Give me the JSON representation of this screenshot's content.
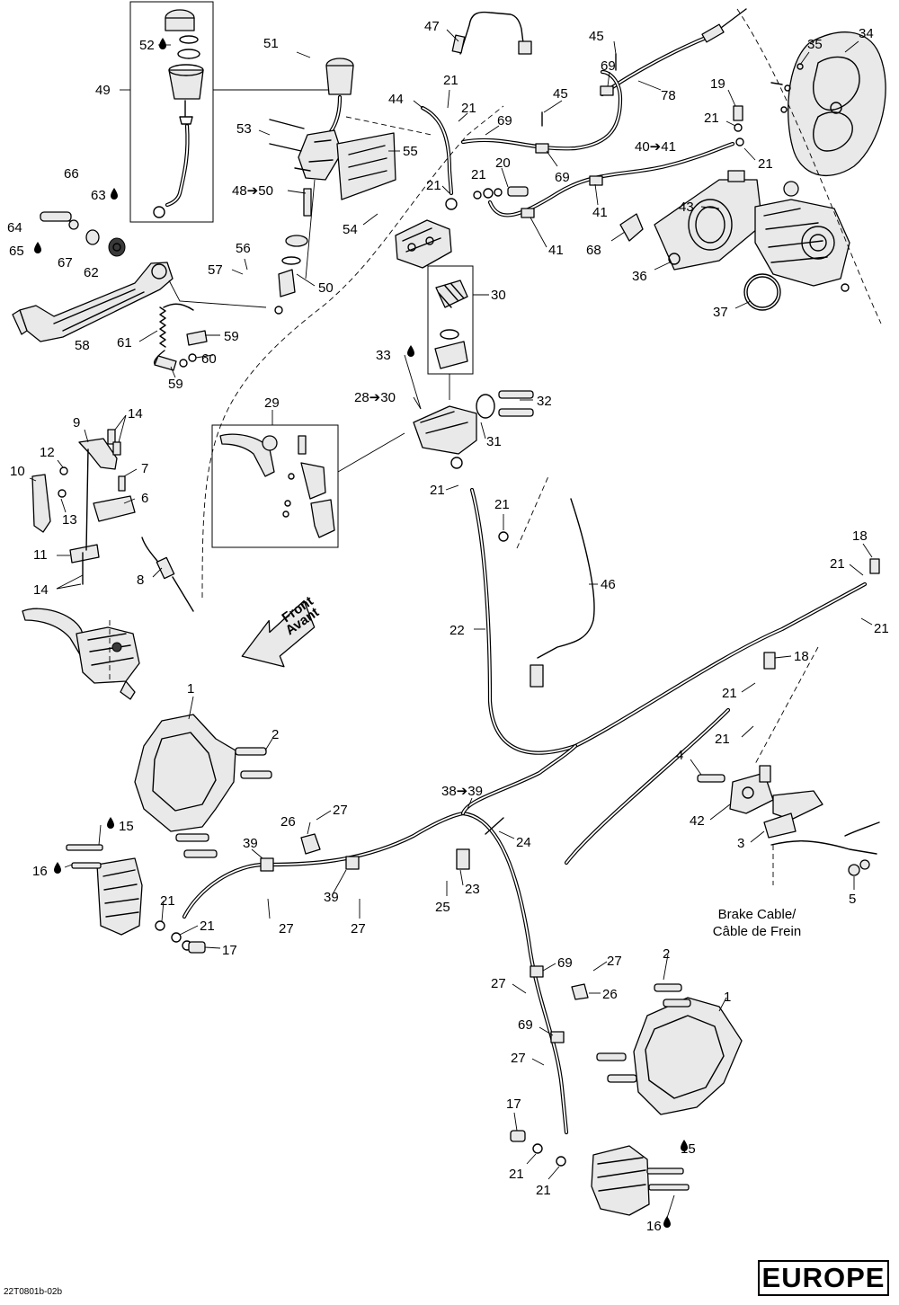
{
  "region_label": "EUROPE",
  "reference_code": "22T0801b-02b",
  "direction_label": {
    "line1": "Front",
    "line2": "Avant"
  },
  "brake_cable_label": {
    "line1": "Brake Cable/",
    "line2": "Câble de Frein"
  },
  "callouts": [
    {
      "id": "c47",
      "text": "47"
    },
    {
      "id": "c45a",
      "text": "45"
    },
    {
      "id": "c34",
      "text": "34"
    },
    {
      "id": "c35",
      "text": "35"
    },
    {
      "id": "c51",
      "text": "51"
    },
    {
      "id": "c52",
      "text": "52"
    },
    {
      "id": "c49",
      "text": "49"
    },
    {
      "id": "c21a",
      "text": "21"
    },
    {
      "id": "c69a",
      "text": "69"
    },
    {
      "id": "c78",
      "text": "78"
    },
    {
      "id": "c19",
      "text": "19"
    },
    {
      "id": "c44",
      "text": "44"
    },
    {
      "id": "c21b",
      "text": "21"
    },
    {
      "id": "c45b",
      "text": "45"
    },
    {
      "id": "c53",
      "text": "53"
    },
    {
      "id": "c55",
      "text": "55"
    },
    {
      "id": "c69b",
      "text": "69"
    },
    {
      "id": "c21c",
      "text": "21"
    },
    {
      "id": "c40_41",
      "text": "40➔41"
    },
    {
      "id": "c66",
      "text": "66"
    },
    {
      "id": "c21d",
      "text": "21"
    },
    {
      "id": "c20",
      "text": "20"
    },
    {
      "id": "c69c",
      "text": "69"
    },
    {
      "id": "c21e",
      "text": "21"
    },
    {
      "id": "c63",
      "text": "63"
    },
    {
      "id": "c48_50",
      "text": "48➔50"
    },
    {
      "id": "c21f",
      "text": "21"
    },
    {
      "id": "c41a",
      "text": "41"
    },
    {
      "id": "c43",
      "text": "43"
    },
    {
      "id": "c64",
      "text": "64"
    },
    {
      "id": "c54",
      "text": "54"
    },
    {
      "id": "c68",
      "text": "68"
    },
    {
      "id": "c41b",
      "text": "41"
    },
    {
      "id": "c65",
      "text": "65"
    },
    {
      "id": "c67",
      "text": "67"
    },
    {
      "id": "c62",
      "text": "62"
    },
    {
      "id": "c56",
      "text": "56"
    },
    {
      "id": "c57",
      "text": "57"
    },
    {
      "id": "c36",
      "text": "36"
    },
    {
      "id": "c50",
      "text": "50"
    },
    {
      "id": "c30",
      "text": "30"
    },
    {
      "id": "c37",
      "text": "37"
    },
    {
      "id": "c61",
      "text": "61"
    },
    {
      "id": "c59a",
      "text": "59"
    },
    {
      "id": "c58",
      "text": "58"
    },
    {
      "id": "c60",
      "text": "60"
    },
    {
      "id": "c59b",
      "text": "59"
    },
    {
      "id": "c33",
      "text": "33"
    },
    {
      "id": "c28_30",
      "text": "28➔30"
    },
    {
      "id": "c32",
      "text": "32"
    },
    {
      "id": "c14a",
      "text": "14"
    },
    {
      "id": "c29",
      "text": "29"
    },
    {
      "id": "c9",
      "text": "9"
    },
    {
      "id": "c31",
      "text": "31"
    },
    {
      "id": "c12",
      "text": "12"
    },
    {
      "id": "c7",
      "text": "7"
    },
    {
      "id": "c10",
      "text": "10"
    },
    {
      "id": "c21g",
      "text": "21"
    },
    {
      "id": "c6",
      "text": "6"
    },
    {
      "id": "c13",
      "text": "13"
    },
    {
      "id": "c21h",
      "text": "21"
    },
    {
      "id": "c18a",
      "text": "18"
    },
    {
      "id": "c11",
      "text": "11"
    },
    {
      "id": "c21i",
      "text": "21"
    },
    {
      "id": "c8",
      "text": "8"
    },
    {
      "id": "c14b",
      "text": "14"
    },
    {
      "id": "c46",
      "text": "46"
    },
    {
      "id": "c21j",
      "text": "21"
    },
    {
      "id": "c22",
      "text": "22"
    },
    {
      "id": "c18b",
      "text": "18"
    },
    {
      "id": "c21k",
      "text": "21"
    },
    {
      "id": "c1a",
      "text": "1"
    },
    {
      "id": "c2a",
      "text": "2"
    },
    {
      "id": "c21l",
      "text": "21"
    },
    {
      "id": "c4",
      "text": "4"
    },
    {
      "id": "c38_39",
      "text": "38➔39"
    },
    {
      "id": "c27a",
      "text": "27"
    },
    {
      "id": "c42",
      "text": "42"
    },
    {
      "id": "c26a",
      "text": "26"
    },
    {
      "id": "c24",
      "text": "24"
    },
    {
      "id": "c3",
      "text": "3"
    },
    {
      "id": "c15a",
      "text": "15"
    },
    {
      "id": "c39a",
      "text": "39"
    },
    {
      "id": "c16a",
      "text": "16"
    },
    {
      "id": "c23",
      "text": "23"
    },
    {
      "id": "c39b",
      "text": "39"
    },
    {
      "id": "c25",
      "text": "25"
    },
    {
      "id": "c5",
      "text": "5"
    },
    {
      "id": "c21m",
      "text": "21"
    },
    {
      "id": "c27b",
      "text": "27"
    },
    {
      "id": "c27c",
      "text": "27"
    },
    {
      "id": "c21n",
      "text": "21"
    },
    {
      "id": "c17a",
      "text": "17"
    },
    {
      "id": "c69d",
      "text": "69"
    },
    {
      "id": "c27d",
      "text": "27"
    },
    {
      "id": "c2b",
      "text": "2"
    },
    {
      "id": "c27e",
      "text": "27"
    },
    {
      "id": "c26b",
      "text": "26"
    },
    {
      "id": "c1b",
      "text": "1"
    },
    {
      "id": "c69e",
      "text": "69"
    },
    {
      "id": "c27f",
      "text": "27"
    },
    {
      "id": "c17b",
      "text": "17"
    },
    {
      "id": "c15b",
      "text": "15"
    },
    {
      "id": "c21o",
      "text": "21"
    },
    {
      "id": "c21p",
      "text": "21"
    },
    {
      "id": "c16b",
      "text": "16"
    }
  ]
}
